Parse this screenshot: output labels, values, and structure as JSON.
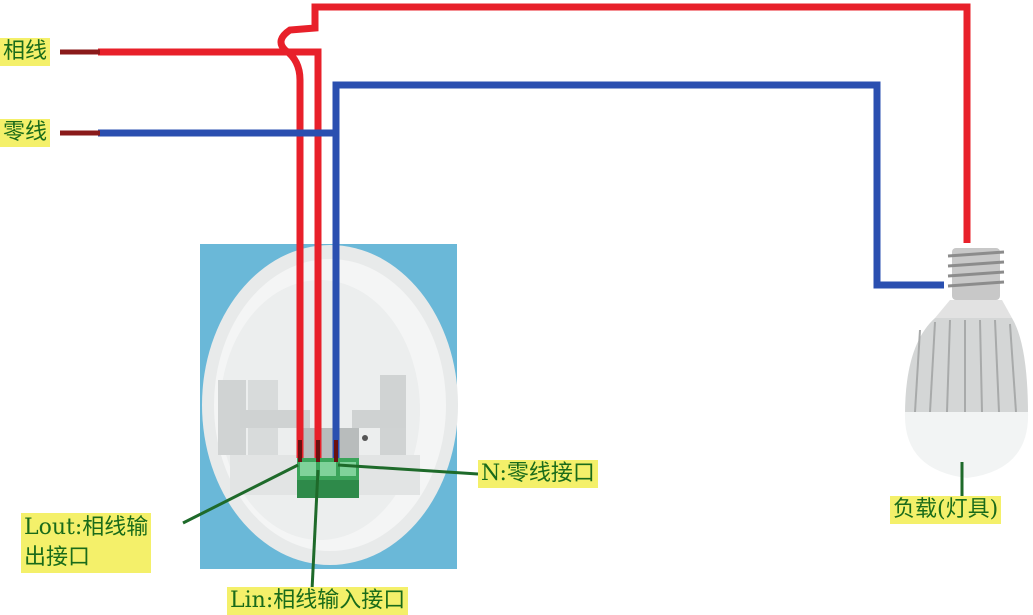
{
  "labels": {
    "phase_wire": "相线",
    "neutral_wire": "零线",
    "n_port": "N:零线接口",
    "lout_port": "Lout:相线输\n出接口",
    "lin_port": "Lin:相线输入接口",
    "load": "负载(灯具)"
  },
  "colors": {
    "phase": "#e8202a",
    "neutral": "#2a4fb0",
    "leader": "#1e6a2a",
    "label_bg": "#f4f06a",
    "label_text": "#1a6b1a",
    "sensor_bg": "#6ab8d8"
  }
}
